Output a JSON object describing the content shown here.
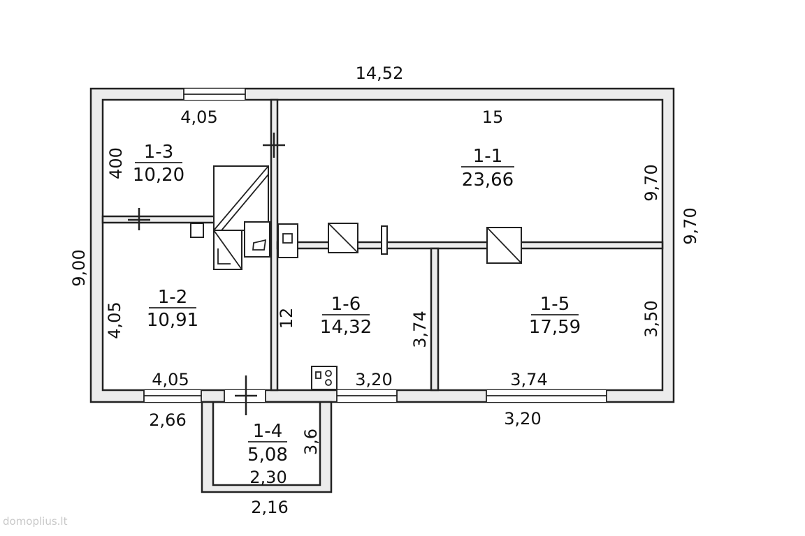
{
  "dimensions": {
    "top_overall": "14,52",
    "room13_top": "4,05",
    "room13_side": "400",
    "room11_top": "15",
    "room11_side": "9,70",
    "overall_right": "9,70",
    "overall_left": "9,00",
    "room12_side": "4,05",
    "room12_bottom": "4,05",
    "room16_left": "12",
    "room16_right": "3,74",
    "room16_bottom": "3,20",
    "room15_bottom": "3,74",
    "room15_side": "3,50",
    "bottom_left": "2,66",
    "bottom_right": "3,20",
    "room14_side": "3,6",
    "room14_inner": "2,30",
    "room14_bottom": "2,16"
  },
  "rooms": [
    {
      "id": "1-3",
      "area": "10,20"
    },
    {
      "id": "1-1",
      "area": "23,66"
    },
    {
      "id": "1-2",
      "area": "10,91"
    },
    {
      "id": "1-6",
      "area": "14,32"
    },
    {
      "id": "1-5",
      "area": "17,59"
    },
    {
      "id": "1-4",
      "area": "5,08"
    }
  ],
  "watermark": "domoplius.lt"
}
